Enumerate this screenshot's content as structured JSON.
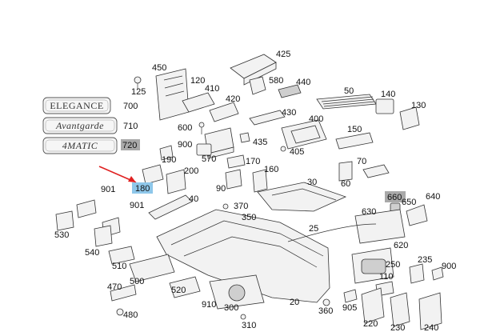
{
  "emblems": {
    "elegance": "ELEGANCE",
    "avantgarde": "Avantgarde",
    "four_matic": "4MATIC"
  },
  "highlight_color": "#8ec7ea",
  "arrow_color": "#e02020",
  "highlighted_part": "180",
  "parts": {
    "p425": "425",
    "p450": "450",
    "p125": "125",
    "p120": "120",
    "p410": "410",
    "p580": "580",
    "p440": "440",
    "p50": "50",
    "p140": "140",
    "p130": "130",
    "p700": "700",
    "p420": "420",
    "p430": "430",
    "p400": "400",
    "p710": "710",
    "p600": "600",
    "p435": "435",
    "p150": "150",
    "p720": "720",
    "p900a": "900",
    "p405": "405",
    "p570": "570",
    "p170": "170",
    "p70": "70",
    "p190": "190",
    "p200": "200",
    "p160": "160",
    "p180": "180",
    "p90": "90",
    "p30": "30",
    "p60": "60",
    "p901a": "901",
    "p40": "40",
    "p660": "660",
    "p650": "650",
    "p640": "640",
    "p901b": "901",
    "p370": "370",
    "p350": "350",
    "p630": "630",
    "p530": "530",
    "p25": "25",
    "p620": "620",
    "p540": "540",
    "p235": "235",
    "p900b": "900",
    "p510": "510",
    "p250": "250",
    "p110": "110",
    "p500": "500",
    "p470": "470",
    "p520": "520",
    "p910": "910",
    "p300": "300",
    "p20": "20",
    "p360": "360",
    "p905": "905",
    "p480": "480",
    "p310": "310",
    "p220": "220",
    "p230": "230",
    "p240": "240"
  }
}
